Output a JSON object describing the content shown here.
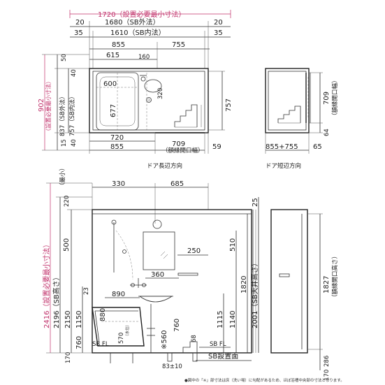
{
  "plan": {
    "dim_total": "1720（設置必要最小寸法）",
    "dim_sb_outer": "1680（SB外法）",
    "dim_sb_inner": "1610（SB内法）",
    "margin_20": "20",
    "margin_35": "35",
    "dim_855": "855",
    "dim_755": "755",
    "dim_615": "615",
    "dim_160": "160",
    "dim_600": "600",
    "dim_320": "320",
    "dim_677": "677",
    "dim_757": "757",
    "dim_50": "50",
    "dim_40": "40",
    "dim_15": "15",
    "left_902": "902",
    "left_902_note": "（設置必要最小寸法）",
    "left_837": "837（SB外法）",
    "left_757": "757（SB内法）",
    "bottom_720": "720",
    "bottom_855": "855",
    "door_709": "709",
    "door_note": "（額縁開口幅）",
    "dim_59": "59",
    "caption": "ドア長辺方向"
  },
  "short_view": {
    "dim_709": "709",
    "dim_709_note": "（額縁開口幅）",
    "dim_64": "64",
    "bottom_dims": "855+755",
    "dim_65": "65",
    "caption": "ドア短辺方向"
  },
  "elevation": {
    "min_note": "（最小）",
    "dim_220": "220",
    "dim_330": "330",
    "dim_685": "685",
    "dim_25": "25",
    "dim_250": "250",
    "dim_360": "360",
    "dim_890": "890",
    "dim_500": "500",
    "dim_510": "510",
    "left_2416": "2416（設置必要最小寸法）",
    "left_2196": "2196（SB高さ）",
    "dim_2150": "2150",
    "dim_1150": "1150",
    "dim_23": "23",
    "dim_880": "880",
    "dim_760": "760",
    "dim_170": "170",
    "dim_560": "※560",
    "dim_570": "570",
    "dim_570_note": "（水位）",
    "dim_760b": "760",
    "dim_68": "68",
    "dim_1115": "1115",
    "dim_1140": "1140",
    "dim_1820": "1820",
    "dim_2001": "2001（SB天井高さ）",
    "right_1827": "1827",
    "right_1827_note": "（額縁開口高さ）",
    "right_286": "286",
    "right_170": "170",
    "fl_left": "SB FL",
    "fl_right": "SB FL",
    "base_note": "SB設置面",
    "dim_83": "83±10"
  },
  "footnote": "●図中の「※」部寸法は床（洗い場）に勾配があるため、ほぼ浴槽中央部の寸法となります。"
}
